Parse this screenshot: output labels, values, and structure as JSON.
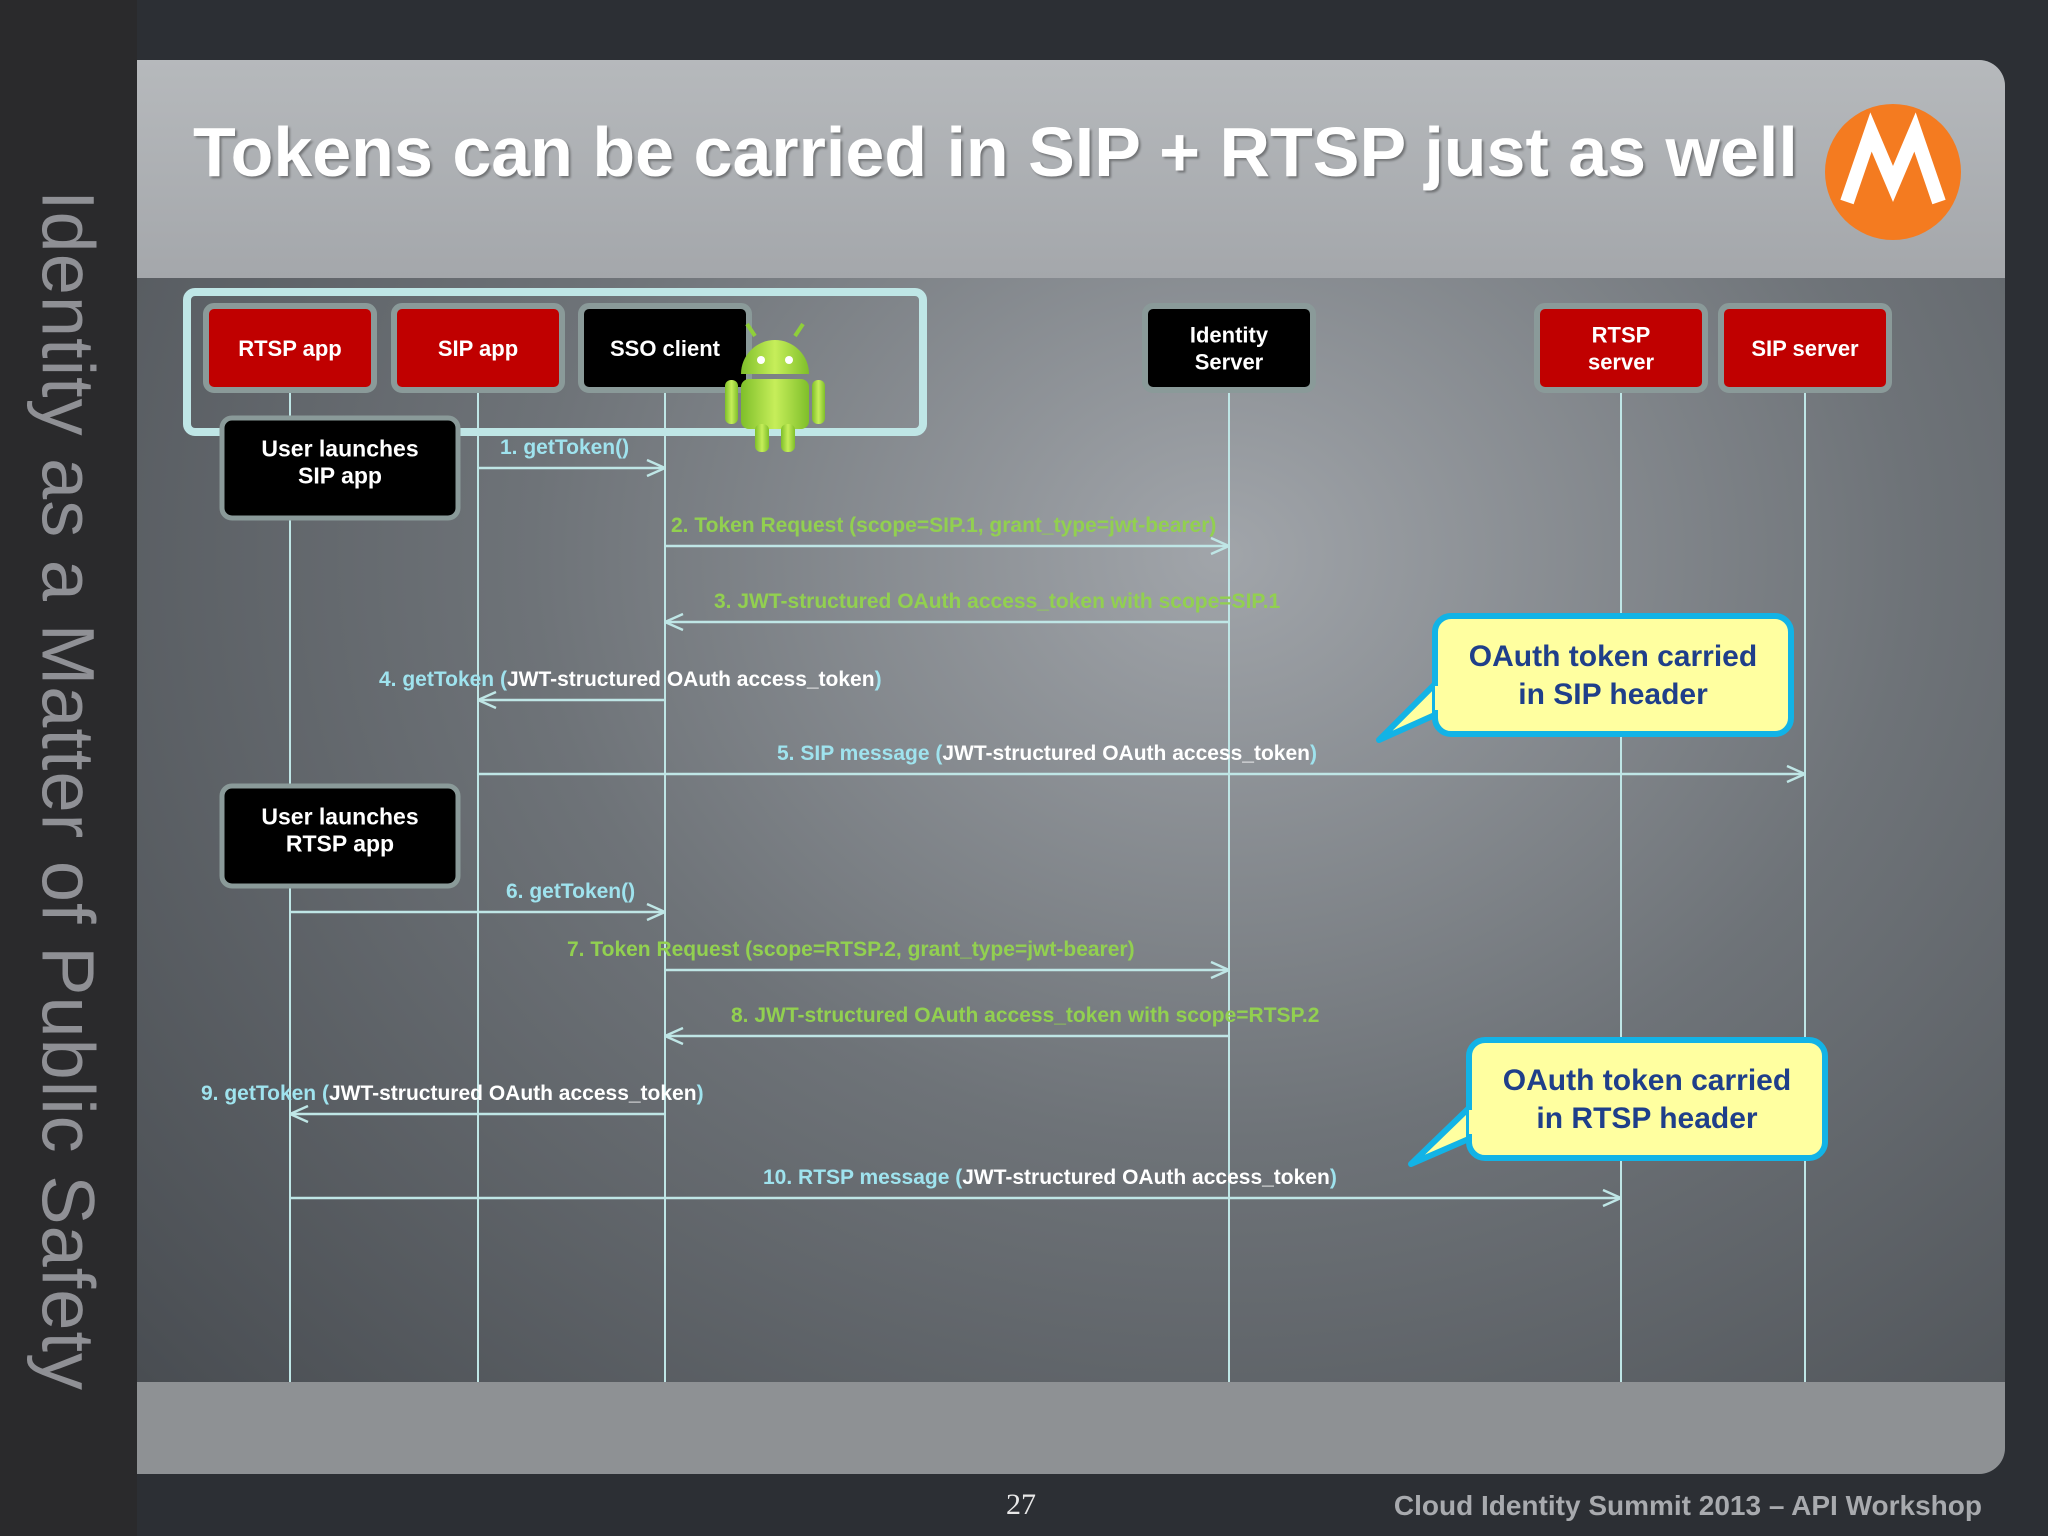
{
  "sidebar": {
    "vertical_title": "Identity as a Matter of Public Safety"
  },
  "header": {
    "title": "Tokens can be carried in SIP + RTSP just as well"
  },
  "colors": {
    "red_box": "#c00000",
    "black_box": "#000000",
    "box_border": "#8a9a99",
    "lifeline": "#bfe6e6",
    "message_cyan": "#9fe3ee",
    "message_green": "#92d050",
    "callout_fill": "#ffffa0",
    "callout_border": "#12b3e6",
    "callout_text": "#1f3f8a",
    "logo_orange": "#f47b20"
  },
  "icons": {
    "logo": "motorola-logo-icon",
    "android": "android-robot-icon"
  },
  "participants": [
    {
      "label": "RTSP app",
      "style": "red"
    },
    {
      "label": "SIP app",
      "style": "red"
    },
    {
      "label": "SSO client",
      "style": "black"
    },
    {
      "label": "Identity\nServer",
      "style": "black"
    },
    {
      "label": "RTSP\nserver",
      "style": "red"
    },
    {
      "label": "SIP server",
      "style": "red"
    }
  ],
  "notes": [
    {
      "label": "User launches\nSIP app"
    },
    {
      "label": "User launches\nRTSP  app"
    }
  ],
  "messages": [
    {
      "label": "1. getToken()",
      "detail": "",
      "tail": "",
      "from": "SIP app",
      "to": "SSO client",
      "color": "cyan"
    },
    {
      "label": "2. Token Request (scope=SIP.1, grant_type=jwt-bearer)",
      "detail": "",
      "tail": "",
      "from": "SSO client",
      "to": "Identity Server",
      "color": "green"
    },
    {
      "label": "3. JWT-structured OAuth access_token with scope=SIP.1",
      "detail": "",
      "tail": "",
      "from": "Identity Server",
      "to": "SSO client",
      "color": "green"
    },
    {
      "label": "4. getToken (",
      "detail": "JWT-structured OAuth access_token",
      "tail": ")",
      "from": "SSO client",
      "to": "SIP app",
      "color": "cyan"
    },
    {
      "label": "5. SIP message (",
      "detail": "JWT-structured OAuth access_token",
      "tail": ")",
      "from": "SIP app",
      "to": "SIP server",
      "color": "cyan"
    },
    {
      "label": "6. getToken()",
      "detail": "",
      "tail": "",
      "from": "RTSP app",
      "to": "SSO client",
      "color": "cyan"
    },
    {
      "label": "7. Token Request (scope=RTSP.2, grant_type=jwt-bearer)",
      "detail": "",
      "tail": "",
      "from": "SSO client",
      "to": "Identity Server",
      "color": "green"
    },
    {
      "label": "8. JWT-structured OAuth access_token with scope=RTSP.2",
      "detail": "",
      "tail": "",
      "from": "Identity Server",
      "to": "SSO client",
      "color": "green"
    },
    {
      "label": "9. getToken (",
      "detail": "JWT-structured OAuth access_token",
      "tail": ")",
      "from": "SSO client",
      "to": "RTSP app",
      "color": "cyan"
    },
    {
      "label": "10. RTSP message (",
      "detail": "JWT-structured OAuth access_token",
      "tail": ")",
      "from": "RTSP app",
      "to": "RTSP server",
      "color": "cyan"
    }
  ],
  "callouts": [
    {
      "line1": "OAuth token carried",
      "line2": "in SIP header"
    },
    {
      "line1": "OAuth token carried",
      "line2": "in RTSP header"
    }
  ],
  "footer": {
    "page": "27",
    "event": "Cloud Identity Summit 2013 – API Workshop"
  }
}
